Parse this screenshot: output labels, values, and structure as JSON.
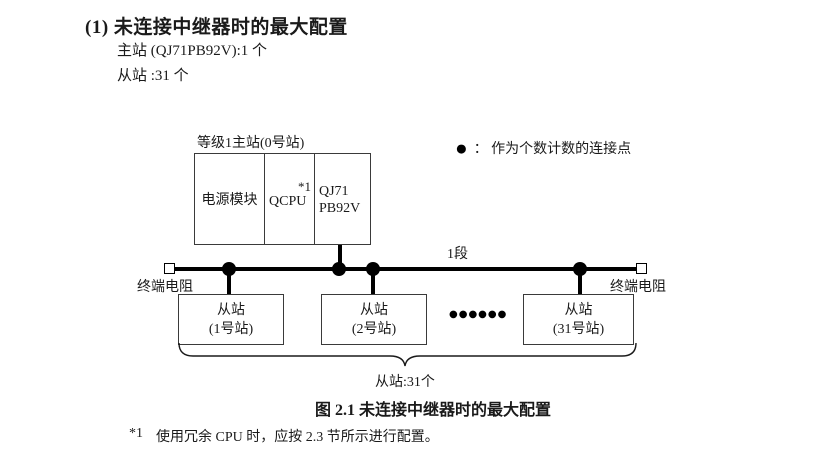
{
  "page": {
    "background": "#ffffff",
    "text_color": "#1a1a1a",
    "line_color": "#000000"
  },
  "heading": {
    "title": "(1) 未连接中继器时的最大配置",
    "master_line": "主站 (QJ71PB92V):1 个",
    "slave_line": "从站 :31 个"
  },
  "figure": {
    "master_station": {
      "label": "等级1主站(0号站)",
      "modules": {
        "power": "电源模块",
        "cpu": "QCPU",
        "cpu_note": "*1",
        "network_line1": "QJ71",
        "network_line2": "PB92V"
      }
    },
    "legend": {
      "symbol": "●",
      "text": "： 作为个数计数的连接点"
    },
    "segment_label": "1段",
    "terminator_left_label": "终端电阻",
    "terminator_right_label": "终端电阻",
    "slave_stations": [
      {
        "line1": "从站",
        "line2": "(1号站)"
      },
      {
        "line1": "从站",
        "line2": "(2号站)"
      },
      {
        "line1": "从站",
        "line2": "(31号站)"
      }
    ],
    "ellipsis": "●●●●●●",
    "brace_label": "从站:31个",
    "caption": "图 2.1 未连接中继器时的最大配置"
  },
  "footnote": {
    "marker": "*1",
    "text": "使用冗余 CPU 时，应按 2.3 节所示进行配置。"
  }
}
